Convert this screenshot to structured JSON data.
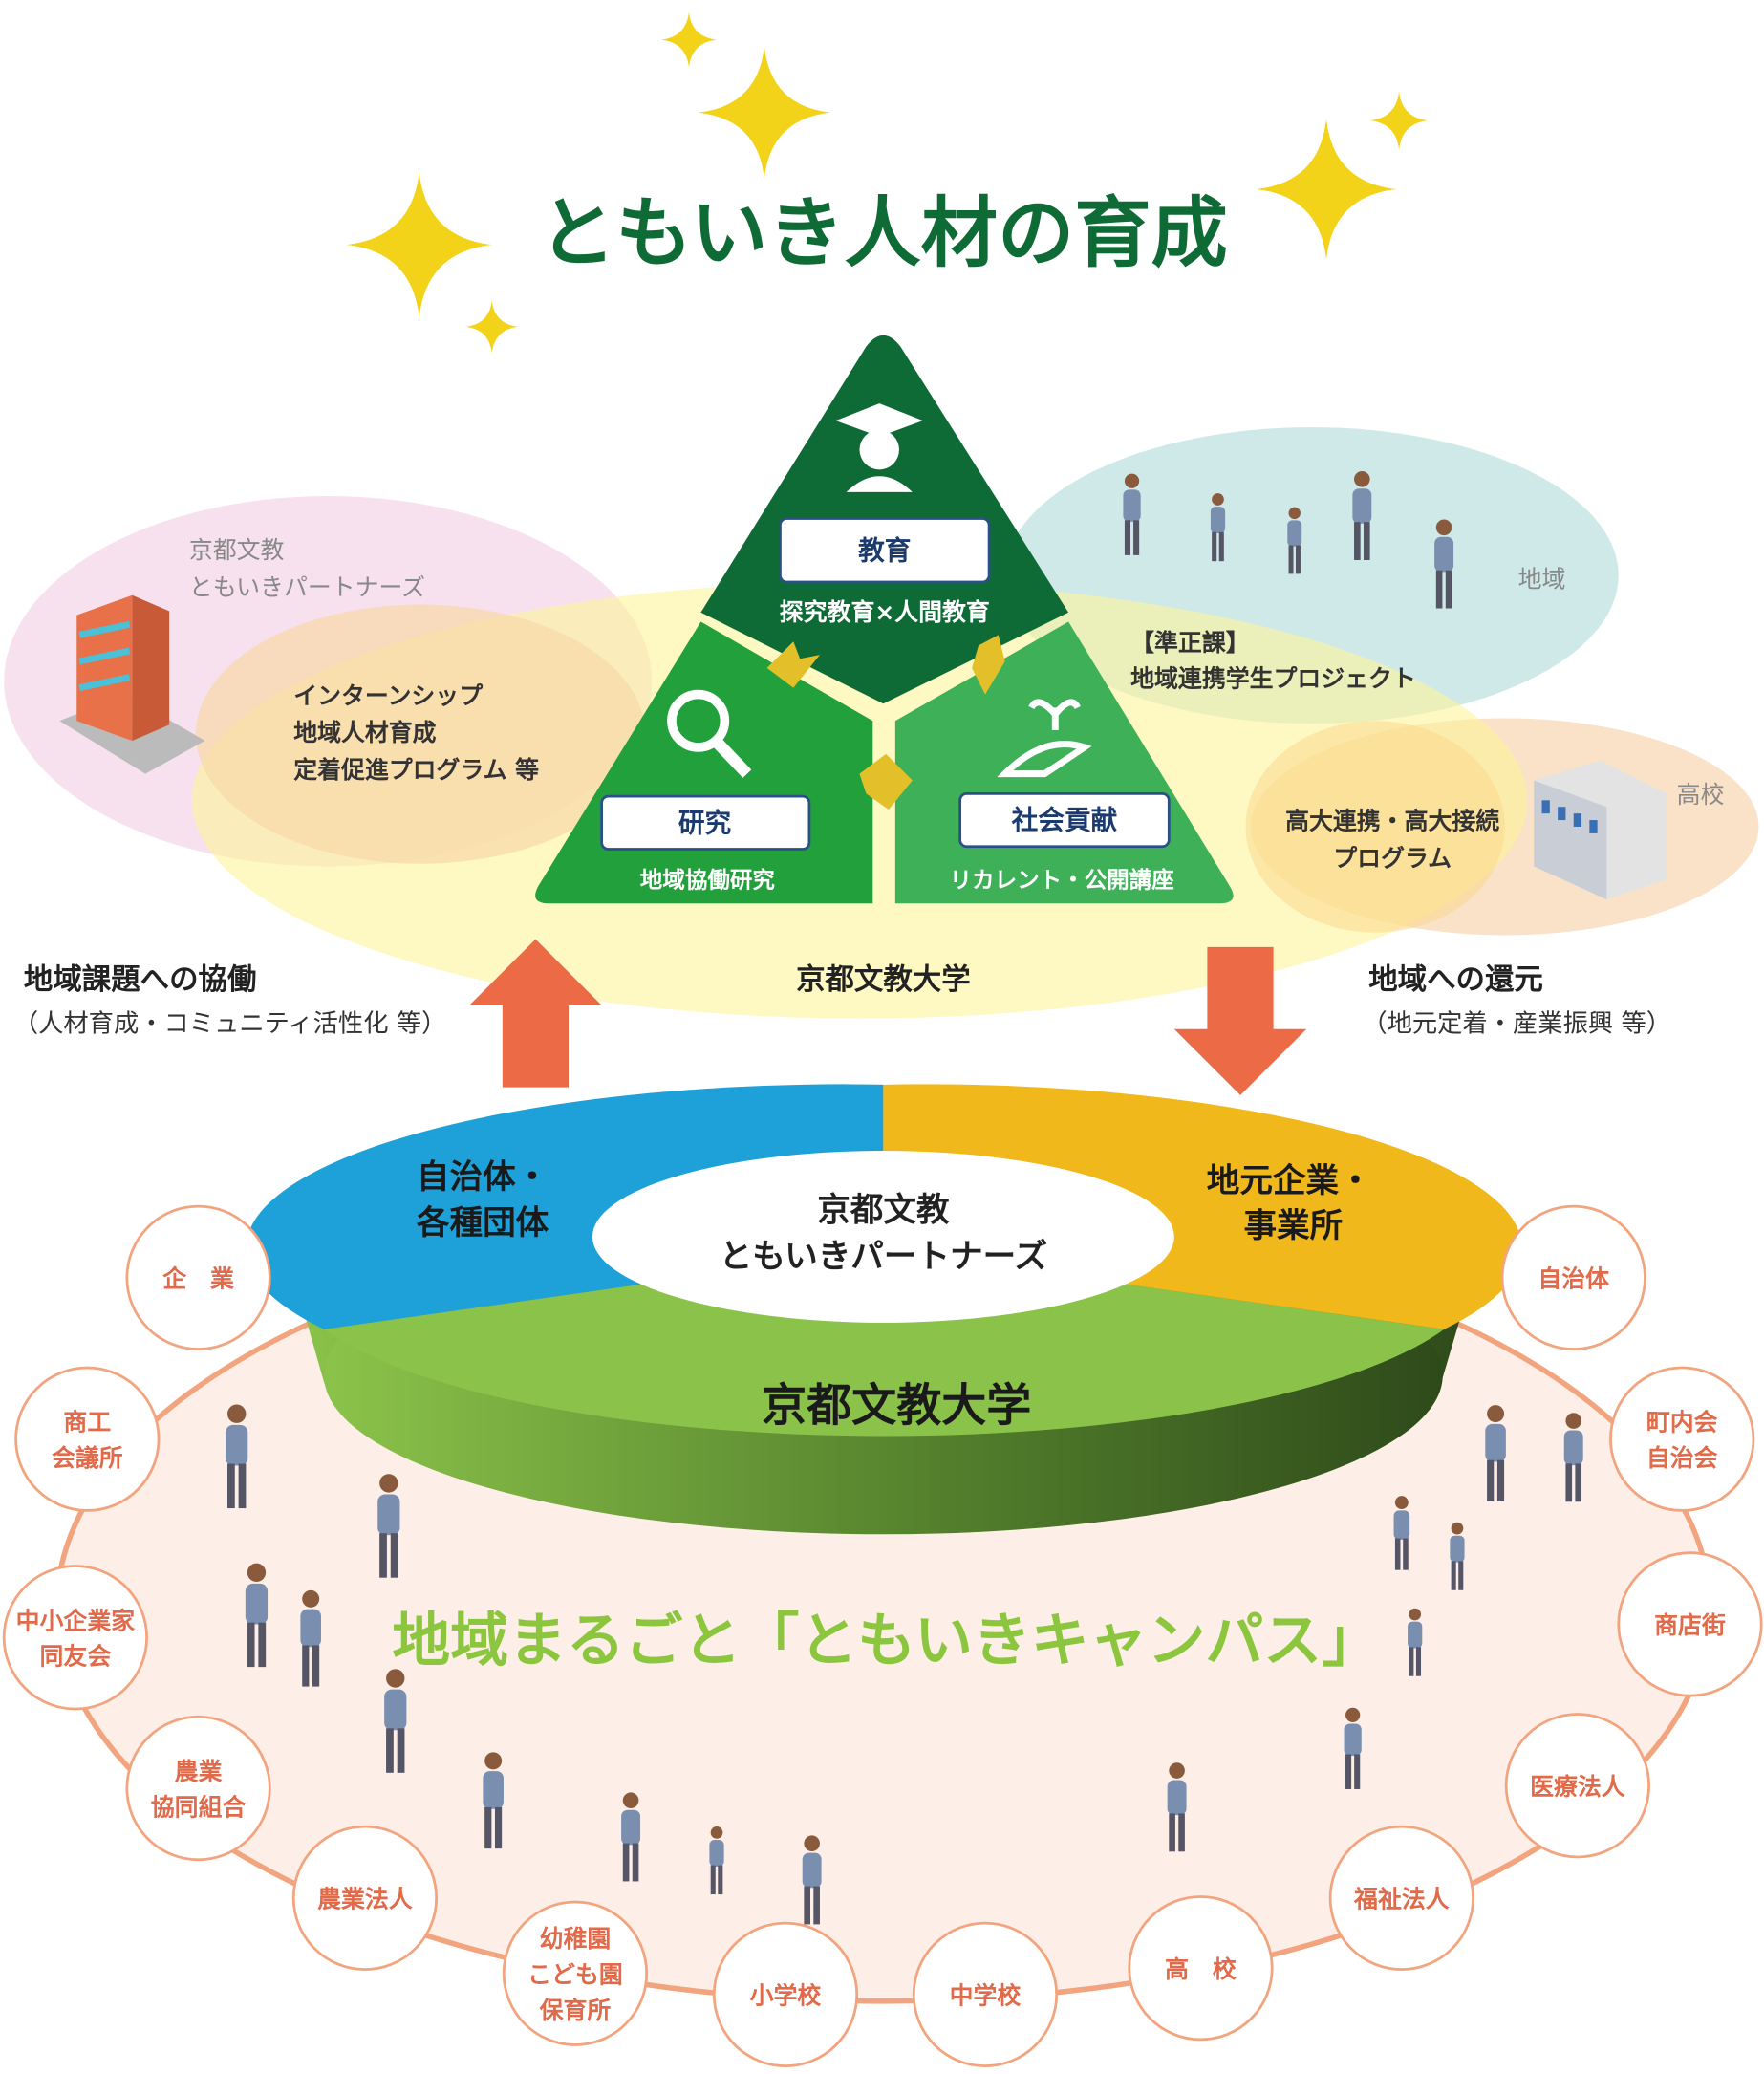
{
  "title": "ともいき人材の育成",
  "colors": {
    "title": "#0e6b35",
    "dark_green": "#0e6b35",
    "green": "#22a03c",
    "light_green": "#3db058",
    "arrow": "#ec6a45",
    "blue": "#1ea0d8",
    "yellow": "#f0b81a",
    "lime": "#8bc34a",
    "circle_text": "#e06a4a",
    "campus_text": "#8cc63f"
  },
  "triangle": {
    "education": {
      "label": "教育",
      "sub": "探究教育×人間教育",
      "icon": "graduate-icon"
    },
    "research": {
      "label": "研究",
      "sub": "地域協働研究",
      "icon": "magnifier-icon"
    },
    "contribution": {
      "label": "社会貢献",
      "sub": "リカレント・公開講座",
      "icon": "sprout-hand-icon"
    }
  },
  "partners_bubble": {
    "line1": "京都文教",
    "line2": "ともいきパートナーズ",
    "programs": [
      "インターンシップ",
      "地域人材育成",
      "定着促進プログラム 等"
    ]
  },
  "community_bubble": {
    "label": "地域",
    "tag": "【準正課】",
    "project": "地域連携学生プロジェクト"
  },
  "highschool_bubble": {
    "label": "高校",
    "line1": "高大連携・高大接続",
    "line2": "プログラム"
  },
  "university_label": "京都文教大学",
  "left_flow": {
    "title": "地域課題への協働",
    "sub": "（人材育成・コミュニティ活性化 等）"
  },
  "right_flow": {
    "title": "地域への還元",
    "sub": "（地元定着・産業振興 等）"
  },
  "disk": {
    "center": [
      "京都文教",
      "ともいきパートナーズ"
    ],
    "blue": [
      "自治体・",
      "各種団体"
    ],
    "yellow": [
      "地元企業・",
      "事業所"
    ],
    "green": "京都文教大学"
  },
  "campus_title": "地域まるごと「ともいきキャンパス」",
  "organizations": [
    {
      "lines": [
        "企　業"
      ]
    },
    {
      "lines": [
        "商工",
        "会議所"
      ]
    },
    {
      "lines": [
        "中小企業家",
        "同友会"
      ]
    },
    {
      "lines": [
        "農業",
        "協同組合"
      ]
    },
    {
      "lines": [
        "農業法人"
      ]
    },
    {
      "lines": [
        "幼稚園",
        "こども園",
        "保育所"
      ]
    },
    {
      "lines": [
        "小学校"
      ]
    },
    {
      "lines": [
        "中学校"
      ]
    },
    {
      "lines": [
        "高　校"
      ]
    },
    {
      "lines": [
        "福祉法人"
      ]
    },
    {
      "lines": [
        "医療法人"
      ]
    },
    {
      "lines": [
        "商店街"
      ]
    },
    {
      "lines": [
        "町内会",
        "自治会"
      ]
    },
    {
      "lines": [
        "自治体"
      ]
    }
  ]
}
